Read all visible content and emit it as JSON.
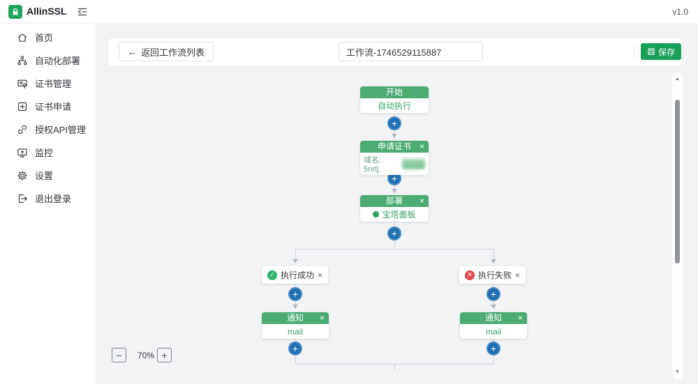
{
  "app": {
    "version": "v1.0"
  },
  "brand": {
    "name": "AllinSSL"
  },
  "sidebar": {
    "items": [
      {
        "label": "首页"
      },
      {
        "label": "自动化部署"
      },
      {
        "label": "证书管理"
      },
      {
        "label": "证书申请"
      },
      {
        "label": "授权API管理"
      },
      {
        "label": "监控"
      },
      {
        "label": "设置"
      },
      {
        "label": "退出登录"
      }
    ]
  },
  "toolbar": {
    "back_arrow": "←",
    "back_label": "返回工作流列表",
    "workflow_name": "工作流-1746529115887",
    "save_label": "保存"
  },
  "flow": {
    "plus_glyph": "+",
    "close_glyph": "×",
    "start": {
      "title": "开始",
      "body": "自动执行"
    },
    "apply": {
      "title": "申请证书",
      "domain_prefix": "域名: 5nrtj."
    },
    "deploy": {
      "title": "部署",
      "provider": "宝塔面板"
    },
    "branch_success": {
      "label": "执行成功"
    },
    "branch_fail": {
      "label": "执行失败"
    },
    "notify_success": {
      "title": "通知",
      "channel": "mail"
    },
    "notify_fail": {
      "title": "通知",
      "channel": "mail"
    }
  },
  "zoom_controls": {
    "zoom_out": "−",
    "level": "70%",
    "zoom_in": "+"
  },
  "icons": {
    "check": "✓",
    "cross": "✕",
    "up_arrow": "▲",
    "down_arrow": "▼"
  },
  "colors": {
    "primary_green": "#18a058",
    "node_header_green": "#4bab73",
    "plus_blue": "#1f6fb2",
    "success_green": "#2db36e",
    "error_red": "#e04c4c"
  }
}
